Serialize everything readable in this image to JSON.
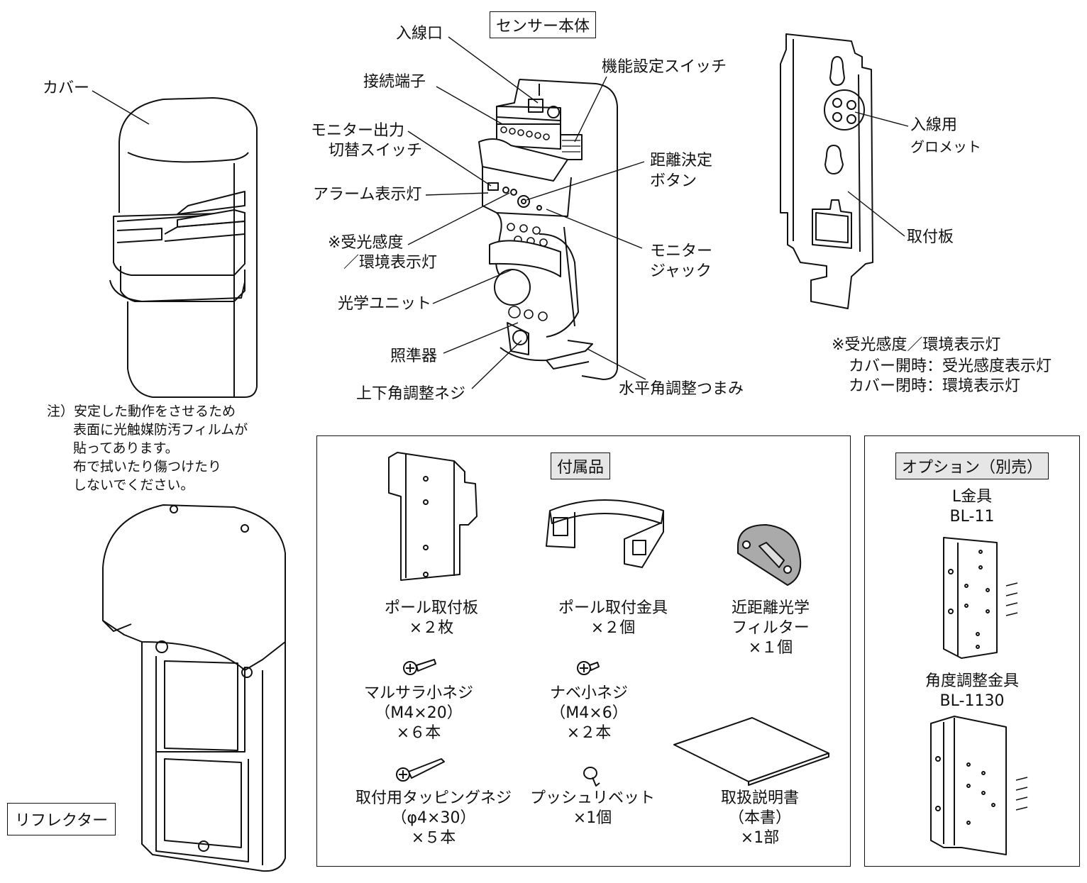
{
  "sensor": {
    "title": "センサー本体",
    "cover_label": "カバー",
    "labels": {
      "inlet": "入線口",
      "terminal": "接続端子",
      "function_switch": "機能設定スイッチ",
      "monitor_switch_1": "モニター出力",
      "monitor_switch_2": "切替スイッチ",
      "distance_button_1": "距離決定",
      "distance_button_2": "ボタン",
      "alarm_lamp": "アラーム表示灯",
      "sensitivity_1": "※受光感度",
      "sensitivity_2": "／環境表示灯",
      "monitor_jack_1": "モニター",
      "monitor_jack_2": "ジャック",
      "optical_unit": "光学ユニット",
      "sight": "照準器",
      "vertical_screw": "上下角調整ネジ",
      "horizontal_knob": "水平角調整つまみ"
    }
  },
  "plate": {
    "grommet_1": "入線用",
    "grommet_2": "グロメット",
    "mount_plate": "取付板"
  },
  "indicator_note": {
    "line1": "※受光感度／環境表示灯",
    "line2": "カバー開時：受光感度表示灯",
    "line3": "カバー閉時：環境表示灯"
  },
  "film_note": {
    "line1": "注）安定した動作をさせるため",
    "line2": "表面に光触媒防汚フィルムが",
    "line3": "貼ってあります。",
    "line4": "布で拭いたり傷つけたり",
    "line5": "しないでください。"
  },
  "reflector": {
    "title": "リフレクター"
  },
  "accessories": {
    "title": "付属品",
    "items": [
      {
        "name": "ポール取付板",
        "qty": "×２枚"
      },
      {
        "name": "ポール取付金具",
        "qty": "×２個"
      },
      {
        "name_1": "近距離光学",
        "name_2": "フィルター",
        "qty": "×１個"
      },
      {
        "name": "マルサラ小ネジ",
        "spec": "（M4×20）",
        "qty": "×６本"
      },
      {
        "name": "ナベ小ネジ",
        "spec": "（M4×6）",
        "qty": "×２本"
      },
      {
        "name": "取付用タッピングネジ",
        "spec": "（φ4×30）",
        "qty": "×５本"
      },
      {
        "name": "プッシュリベット",
        "qty": "×1個"
      },
      {
        "name": "取扱説明書",
        "spec": "（本書）",
        "qty": "×1部"
      }
    ]
  },
  "options": {
    "title": "オプション（別売）",
    "items": [
      {
        "name": "L金具",
        "model": "BL-11"
      },
      {
        "name": "角度調整金具",
        "model": "BL-1130"
      }
    ]
  }
}
